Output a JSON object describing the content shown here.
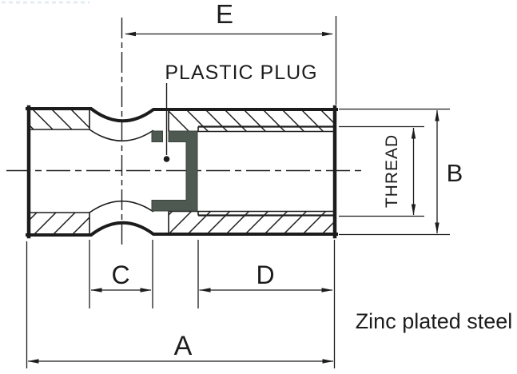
{
  "drawing": {
    "callouts": {
      "plug": "PLASTIC PLUG",
      "thread": "THREAD"
    },
    "material_note": "Zinc plated steel",
    "dimension_labels": {
      "a": "A",
      "b": "B",
      "c": "C",
      "d": "D",
      "e": "E"
    },
    "colors": {
      "line": "#1c1c1c",
      "plug_fill": "#4e5a51",
      "background": "#ffffff"
    }
  }
}
